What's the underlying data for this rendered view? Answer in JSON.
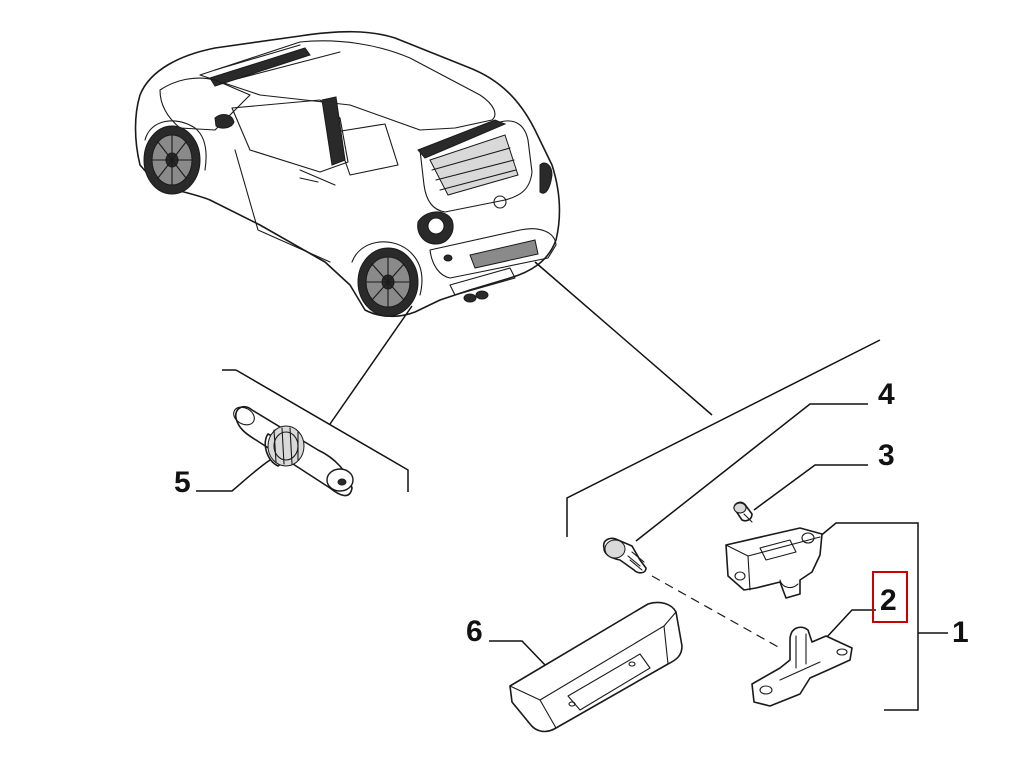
{
  "diagram": {
    "callouts": [
      {
        "id": "1",
        "label": "1"
      },
      {
        "id": "2",
        "label": "2"
      },
      {
        "id": "3",
        "label": "3"
      },
      {
        "id": "4",
        "label": "4"
      },
      {
        "id": "5",
        "label": "5"
      },
      {
        "id": "6",
        "label": "6"
      }
    ],
    "highlight_color": "#cc0000",
    "highlighted_callout": "2"
  }
}
